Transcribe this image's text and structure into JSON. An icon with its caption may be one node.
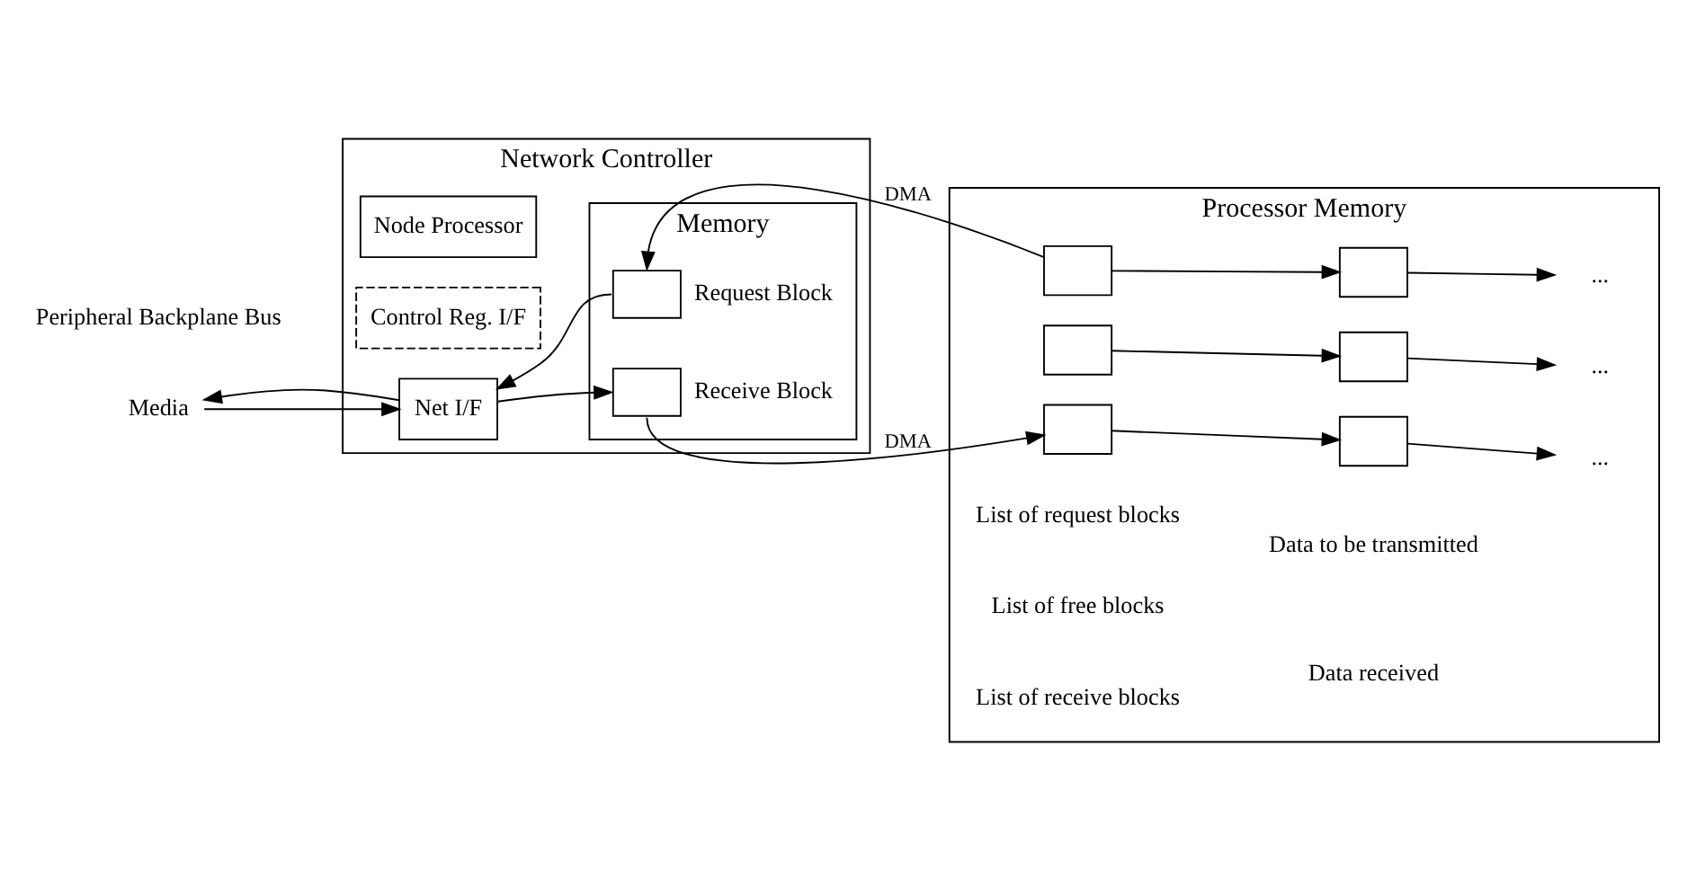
{
  "diagram": {
    "nodes": [
      {
        "text": [
          "Network Controller"
        ]
      },
      {
        "text": [
          "Node Processor"
        ],
        "in": 0
      },
      {
        "text": [
          "Control Reg. I/F"
        ],
        "in": 0
      },
      {
        "text": [
          "Net I/F"
        ],
        "in": 0
      },
      {
        "text": [
          "Memory"
        ],
        "in": 0
      },
      {
        "text": [],
        "shape": "box",
        "in": 4,
        "beside": [
          "Request Block"
        ]
      },
      {
        "text": [],
        "shape": "box",
        "in": 4,
        "beside": [
          "Receive Block"
        ]
      },
      {
        "text": [
          "Media"
        ]
      },
      {
        "text": [
          "Processor Memory"
        ]
      },
      {
        "text": [],
        "shape": "box",
        "in": 8
      },
      {
        "text": [],
        "shape": "box",
        "in": 8
      },
      {
        "text": [
          "..."
        ],
        "in": 8
      },
      {
        "text": [],
        "shape": "box",
        "in": 8
      },
      {
        "text": [],
        "shape": "box",
        "in": 8
      },
      {
        "text": [
          "..."
        ],
        "in": 8
      },
      {
        "text": [],
        "shape": "box",
        "in": 8
      },
      {
        "text": [],
        "shape": "box",
        "in": 8
      },
      {
        "text": [
          "..."
        ],
        "in": 8
      }
    ],
    "edges": [
      {
        "from": 9,
        "to": 5,
        "arrow": "to",
        "label": "DMA"
      },
      {
        "from": 5,
        "to": 3,
        "arrow": "to"
      },
      {
        "from": 3,
        "to": 7,
        "arrow": "to"
      },
      {
        "from": 7,
        "to": 3,
        "arrow": "to"
      },
      {
        "from": 3,
        "to": 6,
        "arrow": "to"
      },
      {
        "from": 6,
        "to": 15,
        "arrow": "to",
        "label": "DMA"
      },
      {
        "from": 9,
        "to": 10,
        "arrow": "to"
      },
      {
        "from": 10,
        "to": 11,
        "arrow": "to"
      },
      {
        "from": 12,
        "to": 13,
        "arrow": "to"
      },
      {
        "from": 13,
        "to": 14,
        "arrow": "to"
      },
      {
        "from": 15,
        "to": 16,
        "arrow": "to"
      },
      {
        "from": 16,
        "to": 17,
        "arrow": "to"
      }
    ],
    "labels": [
      "List of request blocks",
      "Data to be transmitted",
      "List of free blocks",
      "List of receive blocks",
      "Data received",
      "Peripheral Backplane Bus"
    ]
  }
}
